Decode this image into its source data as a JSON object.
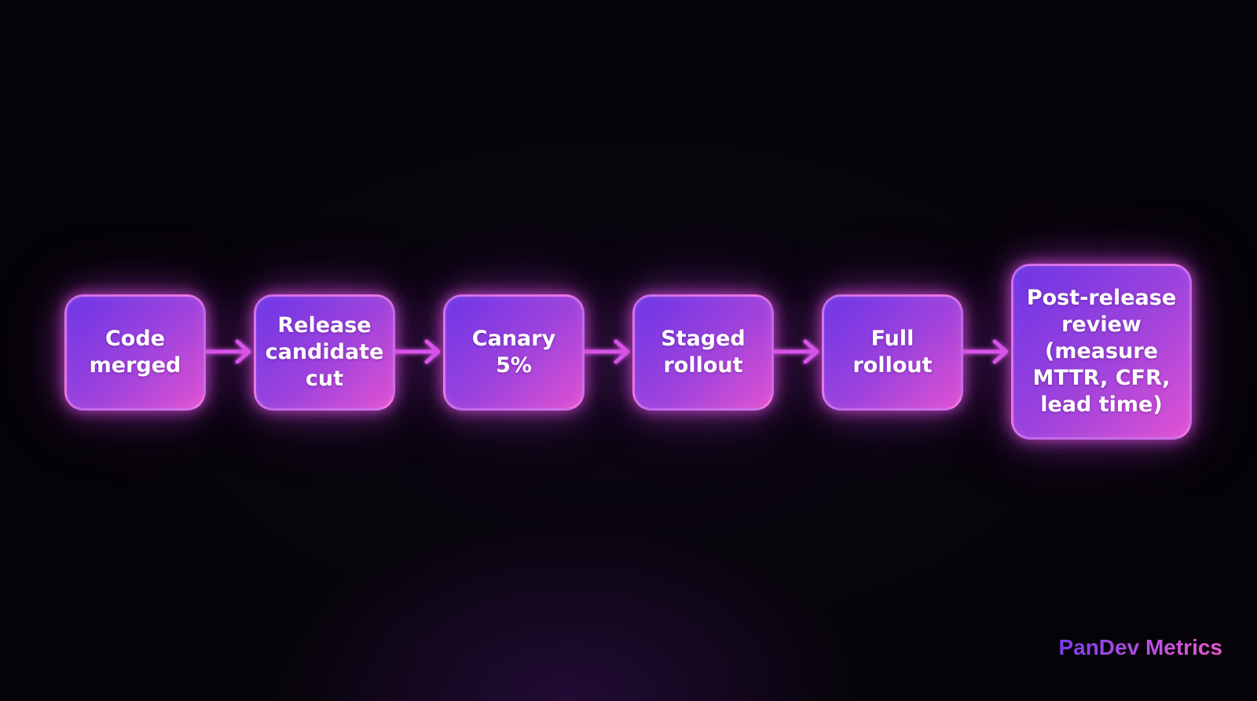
{
  "diagram": {
    "nodes": [
      {
        "id": "code-merged",
        "label": "Code\nmerged"
      },
      {
        "id": "release-candidate-cut",
        "label": "Release\ncandidate\ncut"
      },
      {
        "id": "canary",
        "label": "Canary\n5%"
      },
      {
        "id": "staged-rollout",
        "label": "Staged\nrollout"
      },
      {
        "id": "full-rollout",
        "label": "Full\nrollout"
      },
      {
        "id": "post-release-review",
        "label": "Post-release\nreview\n(measure\nMTTR, CFR,\nlead time)"
      }
    ],
    "edges": [
      {
        "from": "code-merged",
        "to": "release-candidate-cut"
      },
      {
        "from": "release-candidate-cut",
        "to": "canary"
      },
      {
        "from": "canary",
        "to": "staged-rollout"
      },
      {
        "from": "staged-rollout",
        "to": "full-rollout"
      },
      {
        "from": "full-rollout",
        "to": "post-release-review"
      }
    ]
  },
  "brand": {
    "text": "PanDev Metrics"
  },
  "colors": {
    "background": "#050307",
    "node_gradient_start": "#6d35e6",
    "node_gradient_end": "#e052d2",
    "arrow": "#e25ef0",
    "glow": "#e256e6"
  }
}
